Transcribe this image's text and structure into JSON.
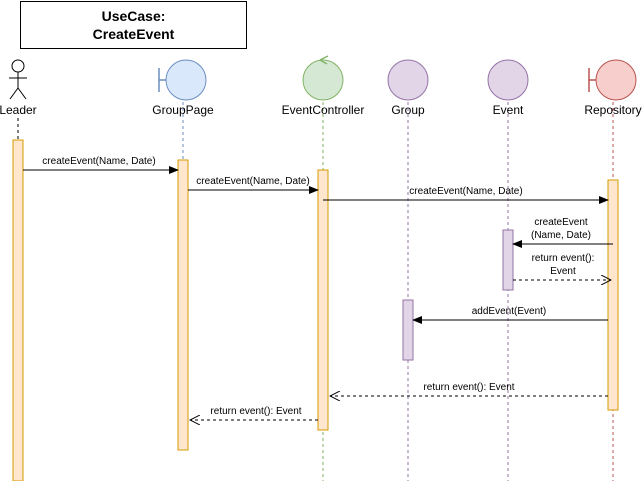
{
  "title": {
    "line1": "UseCase:",
    "line2": "CreateEvent"
  },
  "participants": [
    {
      "id": "leader",
      "label": "Leader",
      "kind": "actor"
    },
    {
      "id": "grouppage",
      "label": "GroupPage",
      "kind": "boundary"
    },
    {
      "id": "eventcontroller",
      "label": "EventController",
      "kind": "control"
    },
    {
      "id": "group",
      "label": "Group",
      "kind": "entity"
    },
    {
      "id": "event",
      "label": "Event",
      "kind": "entity"
    },
    {
      "id": "repository",
      "label": "Repository",
      "kind": "boundary"
    }
  ],
  "messages": [
    {
      "from": "leader",
      "to": "grouppage",
      "label": "createEvent(Name, Date)",
      "type": "sync"
    },
    {
      "from": "grouppage",
      "to": "eventcontroller",
      "label": "createEvent(Name, Date)",
      "type": "sync"
    },
    {
      "from": "eventcontroller",
      "to": "repository",
      "label": "createEvent(Name, Date)",
      "type": "sync"
    },
    {
      "from": "repository",
      "to": "event",
      "label_lines": [
        "createEvent",
        "(Name, Date)"
      ],
      "type": "sync"
    },
    {
      "from": "event",
      "to": "repository",
      "label_lines": [
        "return event():",
        "Event"
      ],
      "type": "return"
    },
    {
      "from": "repository",
      "to": "group",
      "label": "addEvent(Event)",
      "type": "sync"
    },
    {
      "from": "repository",
      "to": "eventcontroller",
      "label": "return event(): Event",
      "type": "return"
    },
    {
      "from": "eventcontroller",
      "to": "grouppage",
      "label": "return event(): Event",
      "type": "return"
    }
  ],
  "colors": {
    "orange_fill": "#FFE6CC",
    "orange_stroke": "#D79B00",
    "blue_fill": "#DAE8FC",
    "blue_stroke": "#6C8EBF",
    "green_fill": "#D5E8D4",
    "green_stroke": "#82B366",
    "purple_fill": "#E1D5E7",
    "purple_stroke": "#9673A6",
    "red_fill": "#F8CECC",
    "red_stroke": "#B85450"
  }
}
